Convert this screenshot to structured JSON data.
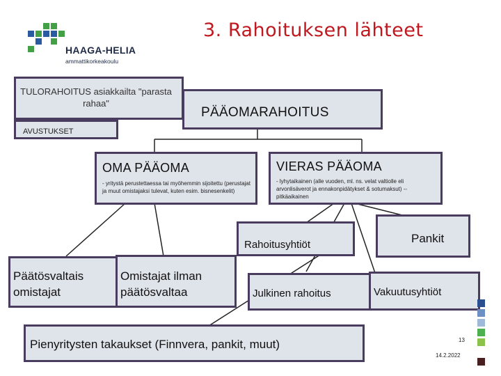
{
  "title": "3. Rahoituksen lähteet",
  "logo": {
    "name": "HAAGA-HELIA",
    "subtitle": "ammattikorkeakoulu"
  },
  "boxes": {
    "tulorahoitus": "TULORAHOITUS asiakkailta \"parasta rahaa\"",
    "paaomarahoitus": "PÄÄOMARAHOITUS",
    "avustukset": "AVUSTUKSET",
    "oma_paaoma": {
      "title": "OMA PÄÄOMA",
      "description": "- yritystä perustettaessa tai myöhemmin sijoitettu (perustajat ja muut omistajaksi tulevat, kuten esim. bisnesenkelit)"
    },
    "vieras_paaoma": {
      "title": "VIERAS PÄÄOMA",
      "description": "- lyhytaikainen (alle vuoden, ml. ns. velat valtiolle eli arvonlisäverot ja ennakonpidätykset & sotumaksut) -- pitkäaikainen"
    },
    "rahoitusyhtiot": "Rahoitusyhtiöt",
    "pankit": "Pankit",
    "paatosvaltaiset": "Päätösvaltais omistajat",
    "omistajat_ilman": "Omistajat ilman päätösvaltaa",
    "julkinen": "Julkinen rahoitus",
    "vakuutusyhtiot": "Vakuutusyhtiöt",
    "pienyritysten": "Pienyritysten takaukset (Finnvera, pankit, muut)"
  },
  "footer": {
    "page": "13",
    "date": "14.2.2022"
  },
  "colors": {
    "title": "#c0181f",
    "box_fill": "#dfe3ea",
    "box_border": "#4a3c5e",
    "logo_green": "#43a047",
    "logo_blue": "#2a5aa0",
    "stripes": [
      "#2a4f8e",
      "#6c8fc4",
      "#9fb9da",
      "#4caf50",
      "#8bc34a",
      "#ffffff",
      "#4a1f1f"
    ]
  }
}
